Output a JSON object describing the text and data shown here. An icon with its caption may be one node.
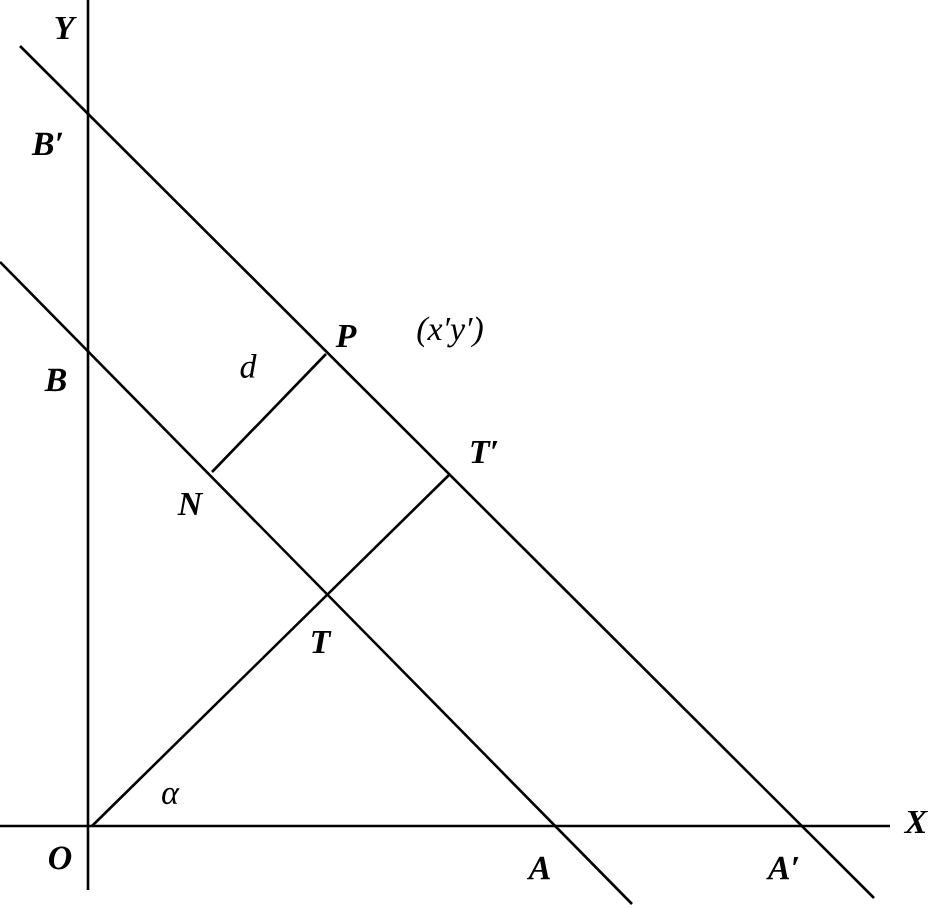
{
  "diagram": {
    "labels": [
      "Y",
      "B′",
      "B",
      "d",
      "P",
      "(x′y′)",
      "N",
      "T′",
      "T",
      "α",
      "O",
      "A",
      "A′",
      "X"
    ]
  }
}
